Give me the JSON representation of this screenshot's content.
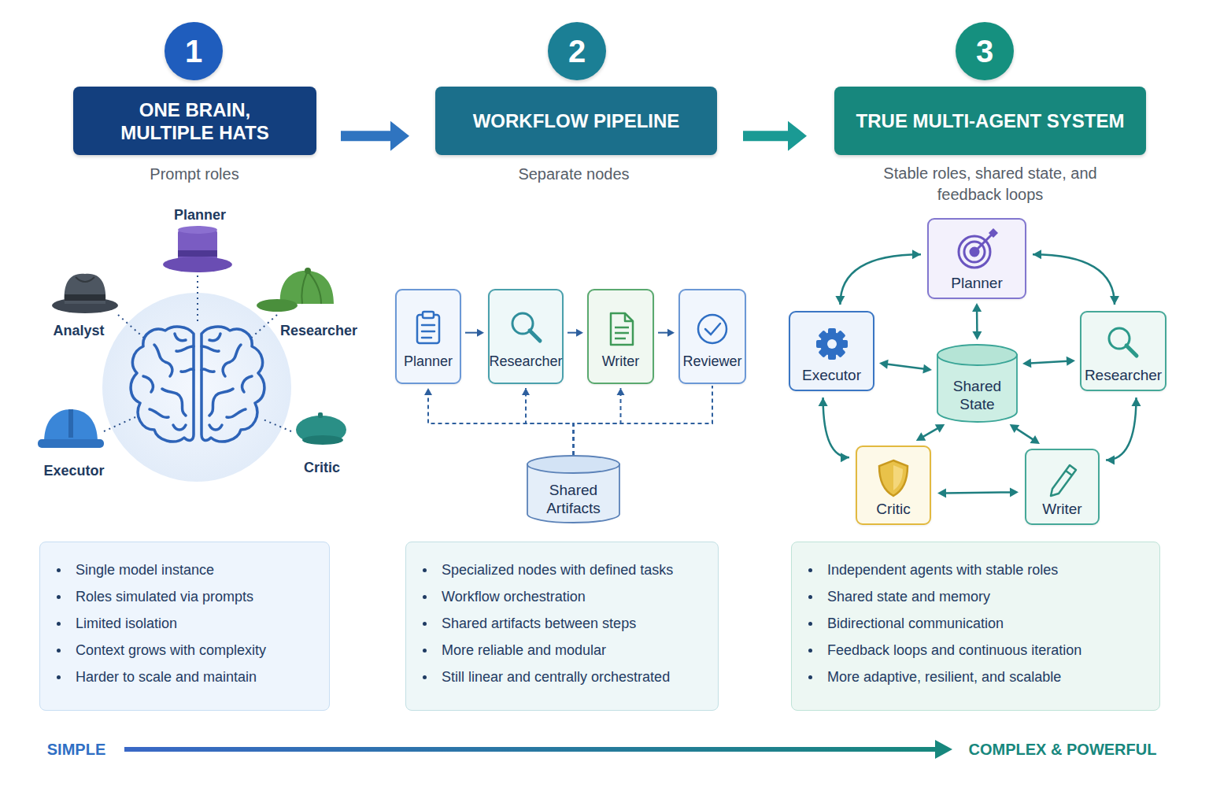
{
  "diagram": {
    "nodes": [
      {
        "text": [
          "1"
        ]
      },
      {
        "text": [
          "2"
        ]
      },
      {
        "text": [
          "3"
        ]
      },
      {
        "text": [
          "ONE BRAIN, MULTIPLE HATS"
        ]
      },
      {
        "text": [
          "WORKFLOW PIPELINE"
        ]
      },
      {
        "text": [
          "TRUE MULTI-AGENT SYSTEM"
        ]
      },
      {
        "text": [
          "Planner"
        ]
      },
      {
        "text": [
          "Researcher"
        ]
      },
      {
        "text": [
          "Writer"
        ]
      },
      {
        "text": [
          "Reviewer"
        ]
      },
      {
        "text": [
          "Shared Artifacts"
        ]
      },
      {
        "text": [
          "Planner"
        ]
      },
      {
        "text": [
          "Executor"
        ]
      },
      {
        "text": [
          "Shared State"
        ]
      },
      {
        "text": [
          "Researcher"
        ]
      },
      {
        "text": [
          "Critic"
        ]
      },
      {
        "text": [
          "Writer"
        ]
      },
      {
        "text": [
          "Single model instance",
          "Roles simulated via prompts",
          "Limited isolation",
          "Context grows with complexity",
          "Harder to scale and maintain"
        ]
      },
      {
        "text": [
          "Specialized nodes with defined tasks",
          "Workflow orchestration",
          "Shared artifacts between steps",
          "More reliable and modular",
          "Still linear and centrally orchestrated"
        ]
      },
      {
        "text": [
          "Independent agents with stable roles",
          "Shared state and memory",
          "Bidirectional communication",
          "Feedback loops and continuous iteration",
          "More adaptive, resilient, and scalable"
        ]
      }
    ],
    "edges": [
      {
        "from": 3,
        "to": 4,
        "arrow": "to"
      },
      {
        "from": 4,
        "to": 5,
        "arrow": "to"
      },
      {
        "from": 6,
        "to": 7,
        "arrow": "to"
      },
      {
        "from": 7,
        "to": 8,
        "arrow": "to"
      },
      {
        "from": 8,
        "to": 9,
        "arrow": "to"
      },
      {
        "from": 10,
        "to": 6,
        "arrow": "to"
      },
      {
        "from": 10,
        "to": 7,
        "arrow": "to"
      },
      {
        "from": 10,
        "to": 8,
        "arrow": "to"
      },
      {
        "from": 10,
        "to": 9,
        "arrow": "none"
      },
      {
        "from": 11,
        "to": 12,
        "arrow": "both"
      },
      {
        "from": 11,
        "to": 14,
        "arrow": "both"
      },
      {
        "from": 11,
        "to": 13,
        "arrow": "both"
      },
      {
        "from": 12,
        "to": 13,
        "arrow": "both"
      },
      {
        "from": 14,
        "to": 13,
        "arrow": "both"
      },
      {
        "from": 12,
        "to": 15,
        "arrow": "both"
      },
      {
        "from": 14,
        "to": 16,
        "arrow": "both"
      },
      {
        "from": 15,
        "to": 16,
        "arrow": "both"
      },
      {
        "from": 15,
        "to": 13,
        "arrow": "both"
      },
      {
        "from": 16,
        "to": 13,
        "arrow": "both"
      }
    ],
    "labels": [
      "Prompt roles",
      "Separate nodes",
      "Stable roles, shared state, and feedback loops",
      "Planner",
      "Analyst",
      "Researcher",
      "Executor",
      "Critic",
      "SIMPLE",
      "COMPLEX & POWERFUL"
    ]
  }
}
